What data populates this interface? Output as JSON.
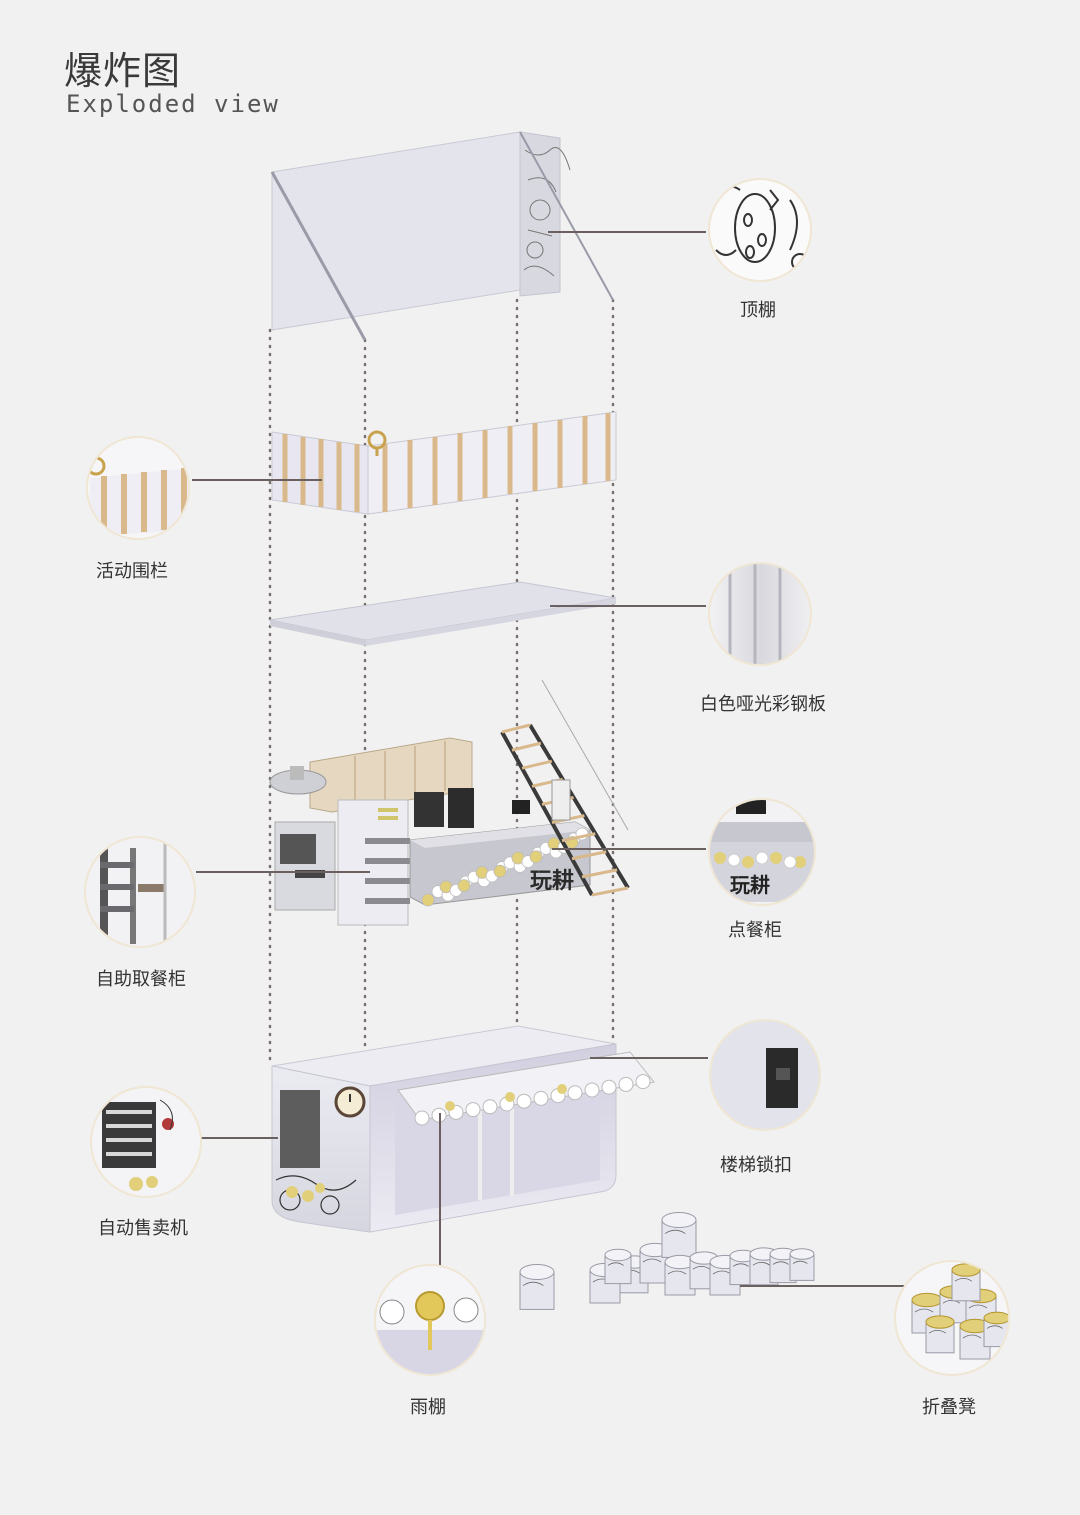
{
  "title": {
    "cn": "爆炸图",
    "en": "Exploded view"
  },
  "colors": {
    "background": "#f1f1f2",
    "panel": "#e3e3ea",
    "panel_shade": "#cfcfd9",
    "accent_wood": "#d9b98c",
    "leader_line": "#6b6060",
    "circle_ring": "#efe6d3"
  },
  "components": [
    {
      "id": "roof",
      "label": "顶棚",
      "icon": "roof-pattern-icon"
    },
    {
      "id": "fence",
      "label": "活动围栏",
      "icon": "striped-fence-icon"
    },
    {
      "id": "steel",
      "label": "白色哑光彩钢板",
      "icon": "steel-panel-icon"
    },
    {
      "id": "counter",
      "label": "点餐柜",
      "icon": "order-counter-icon"
    },
    {
      "id": "buffet",
      "label": "自助取餐柜",
      "icon": "buffet-shelf-icon"
    },
    {
      "id": "lock",
      "label": "楼梯锁扣",
      "icon": "lock-buckle-icon"
    },
    {
      "id": "vending",
      "label": "自动售卖机",
      "icon": "vending-machine-icon"
    },
    {
      "id": "awning",
      "label": "雨棚",
      "icon": "awning-icon"
    },
    {
      "id": "stool",
      "label": "折叠凳",
      "icon": "folding-stool-icon"
    }
  ],
  "counter_sign": "玩耕"
}
